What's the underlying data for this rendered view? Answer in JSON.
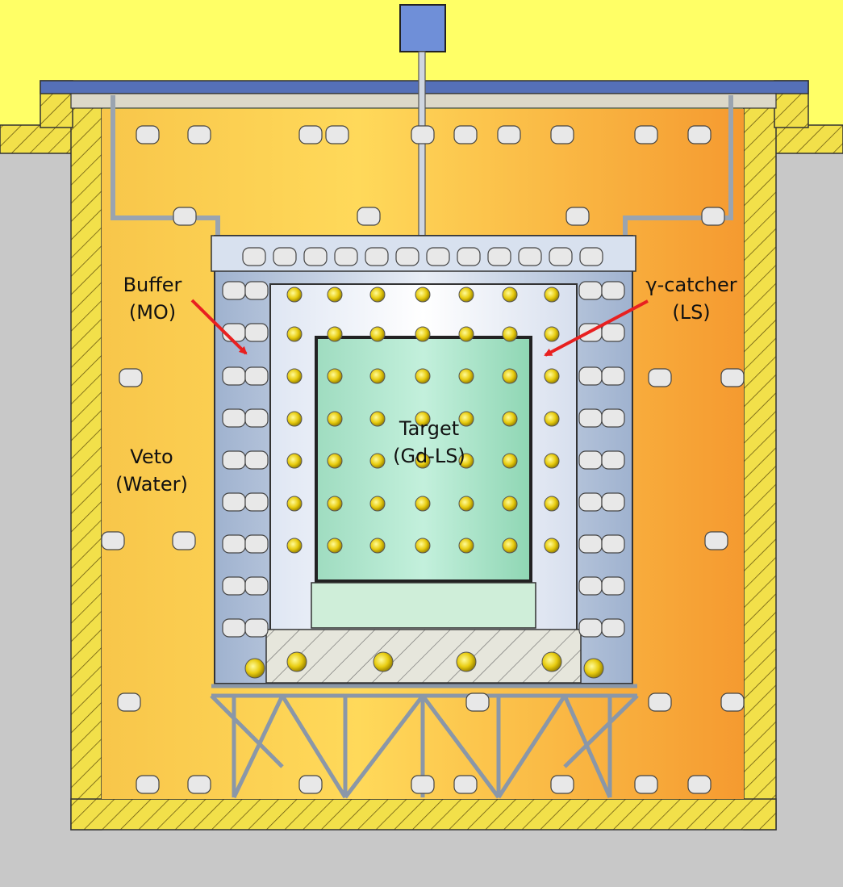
{
  "labels": {
    "buffer": {
      "name": "Buffer",
      "material": "(MO)"
    },
    "gamma_catcher": {
      "name": "γ-catcher",
      "material": "(LS)"
    },
    "target": {
      "name": "Target",
      "material": "(Gd-LS)"
    },
    "veto": {
      "name": "Veto",
      "material": "(Water)"
    }
  },
  "colors": {
    "sky": "#ffff66",
    "ground": "#c8c8c8",
    "hatch_fill": "#f2e04a",
    "veto_water": "#f7b83a",
    "buffer": "#c9d6ec",
    "gamma_catcher": "#e9eef8",
    "target": "#8fe0b4",
    "pmt": "#f3d21a",
    "arrow": "#e82020",
    "chimney_box": "#6f8fd8"
  }
}
